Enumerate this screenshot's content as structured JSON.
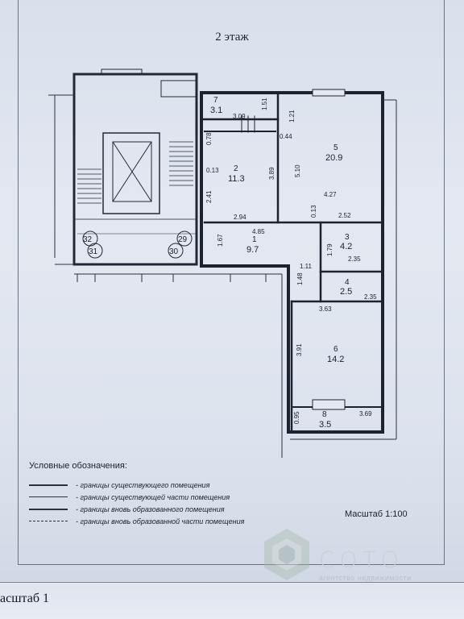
{
  "floor_title": "2 этаж",
  "rooms": [
    {
      "num": "7",
      "area": "3.1"
    },
    {
      "num": "2",
      "area": "11.3"
    },
    {
      "num": "5",
      "area": "20.9"
    },
    {
      "num": "1",
      "area": "9.7"
    },
    {
      "num": "3",
      "area": "4.2"
    },
    {
      "num": "4",
      "area": "2.5"
    },
    {
      "num": "6",
      "area": "14.2"
    },
    {
      "num": "8",
      "area": "3.5"
    }
  ],
  "stair_numbers": [
    "32",
    "29",
    "31",
    "30"
  ],
  "dimensions": [
    "1.51",
    "3.09",
    "1.21",
    "0.78",
    "0.44",
    "0.13",
    "3.89",
    "5.10",
    "2.41",
    "4.27",
    "2.94",
    "0.13",
    "2.52",
    "4.85",
    "1.67",
    "1.79",
    "2.35",
    "1.11",
    "1.48",
    "2.35",
    "3.63",
    "3.91",
    "0.95",
    "3.69"
  ],
  "legend": {
    "title": "Условные обозначения:",
    "items": [
      "- границы существующего помещения",
      "- границы существующей части помещения",
      "- границы вновь образованного помещения",
      "- границы вновь образованной части помещения"
    ]
  },
  "scale": "Масштаб 1:100",
  "watermark": {
    "brand": "СОТО",
    "sub": "агентство недвижимости"
  },
  "bottom_text": "асштаб 1"
}
